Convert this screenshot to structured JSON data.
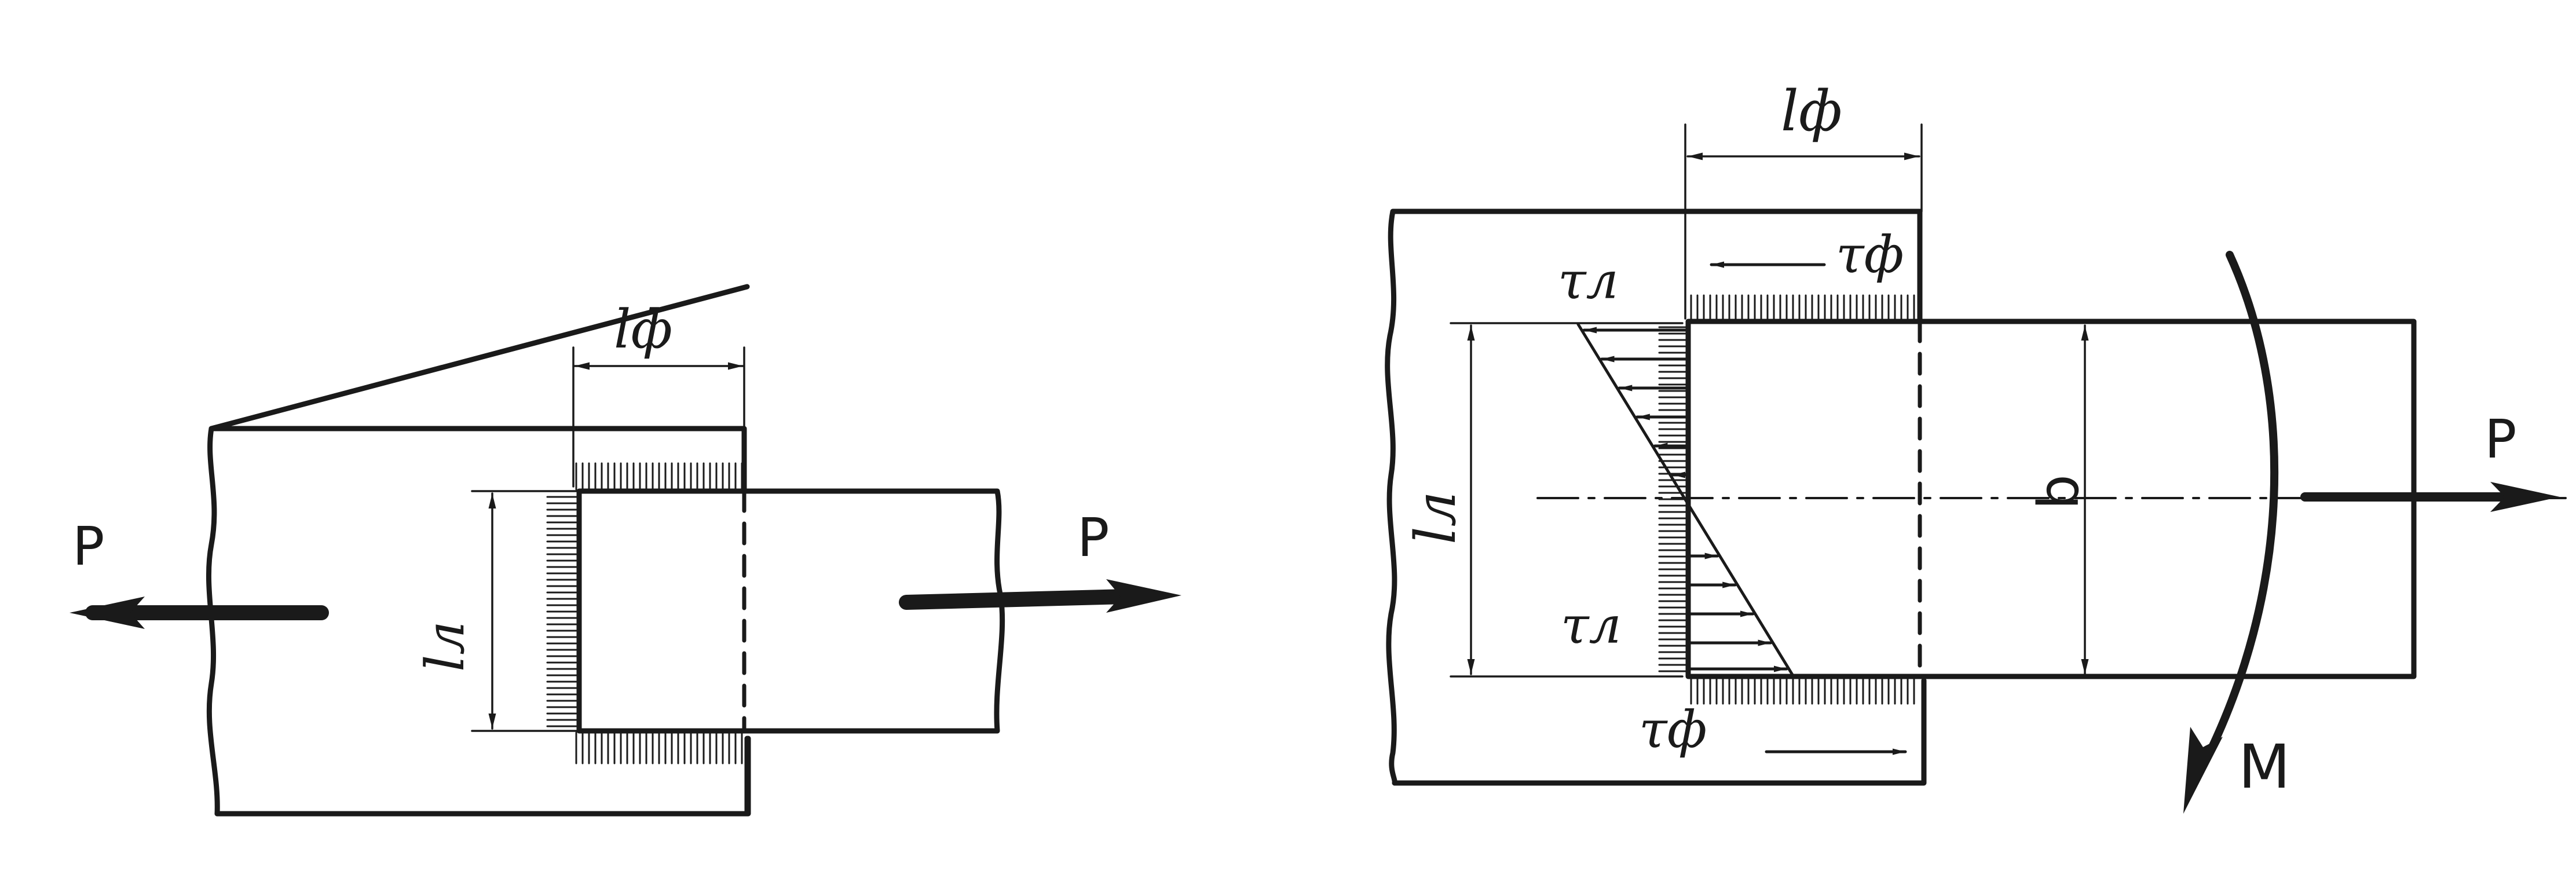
{
  "left_diagram": {
    "force_left": "P",
    "force_right": "P",
    "flank_length": "lф",
    "side_length": "lл"
  },
  "right_diagram": {
    "flank_length": "lф",
    "side_length": "lл",
    "width": "b",
    "force": "P",
    "moment": "M",
    "stress_flank_top": "τф",
    "stress_flank_bottom": "τф",
    "stress_side_top": "τл",
    "stress_side_bottom": "τл"
  }
}
